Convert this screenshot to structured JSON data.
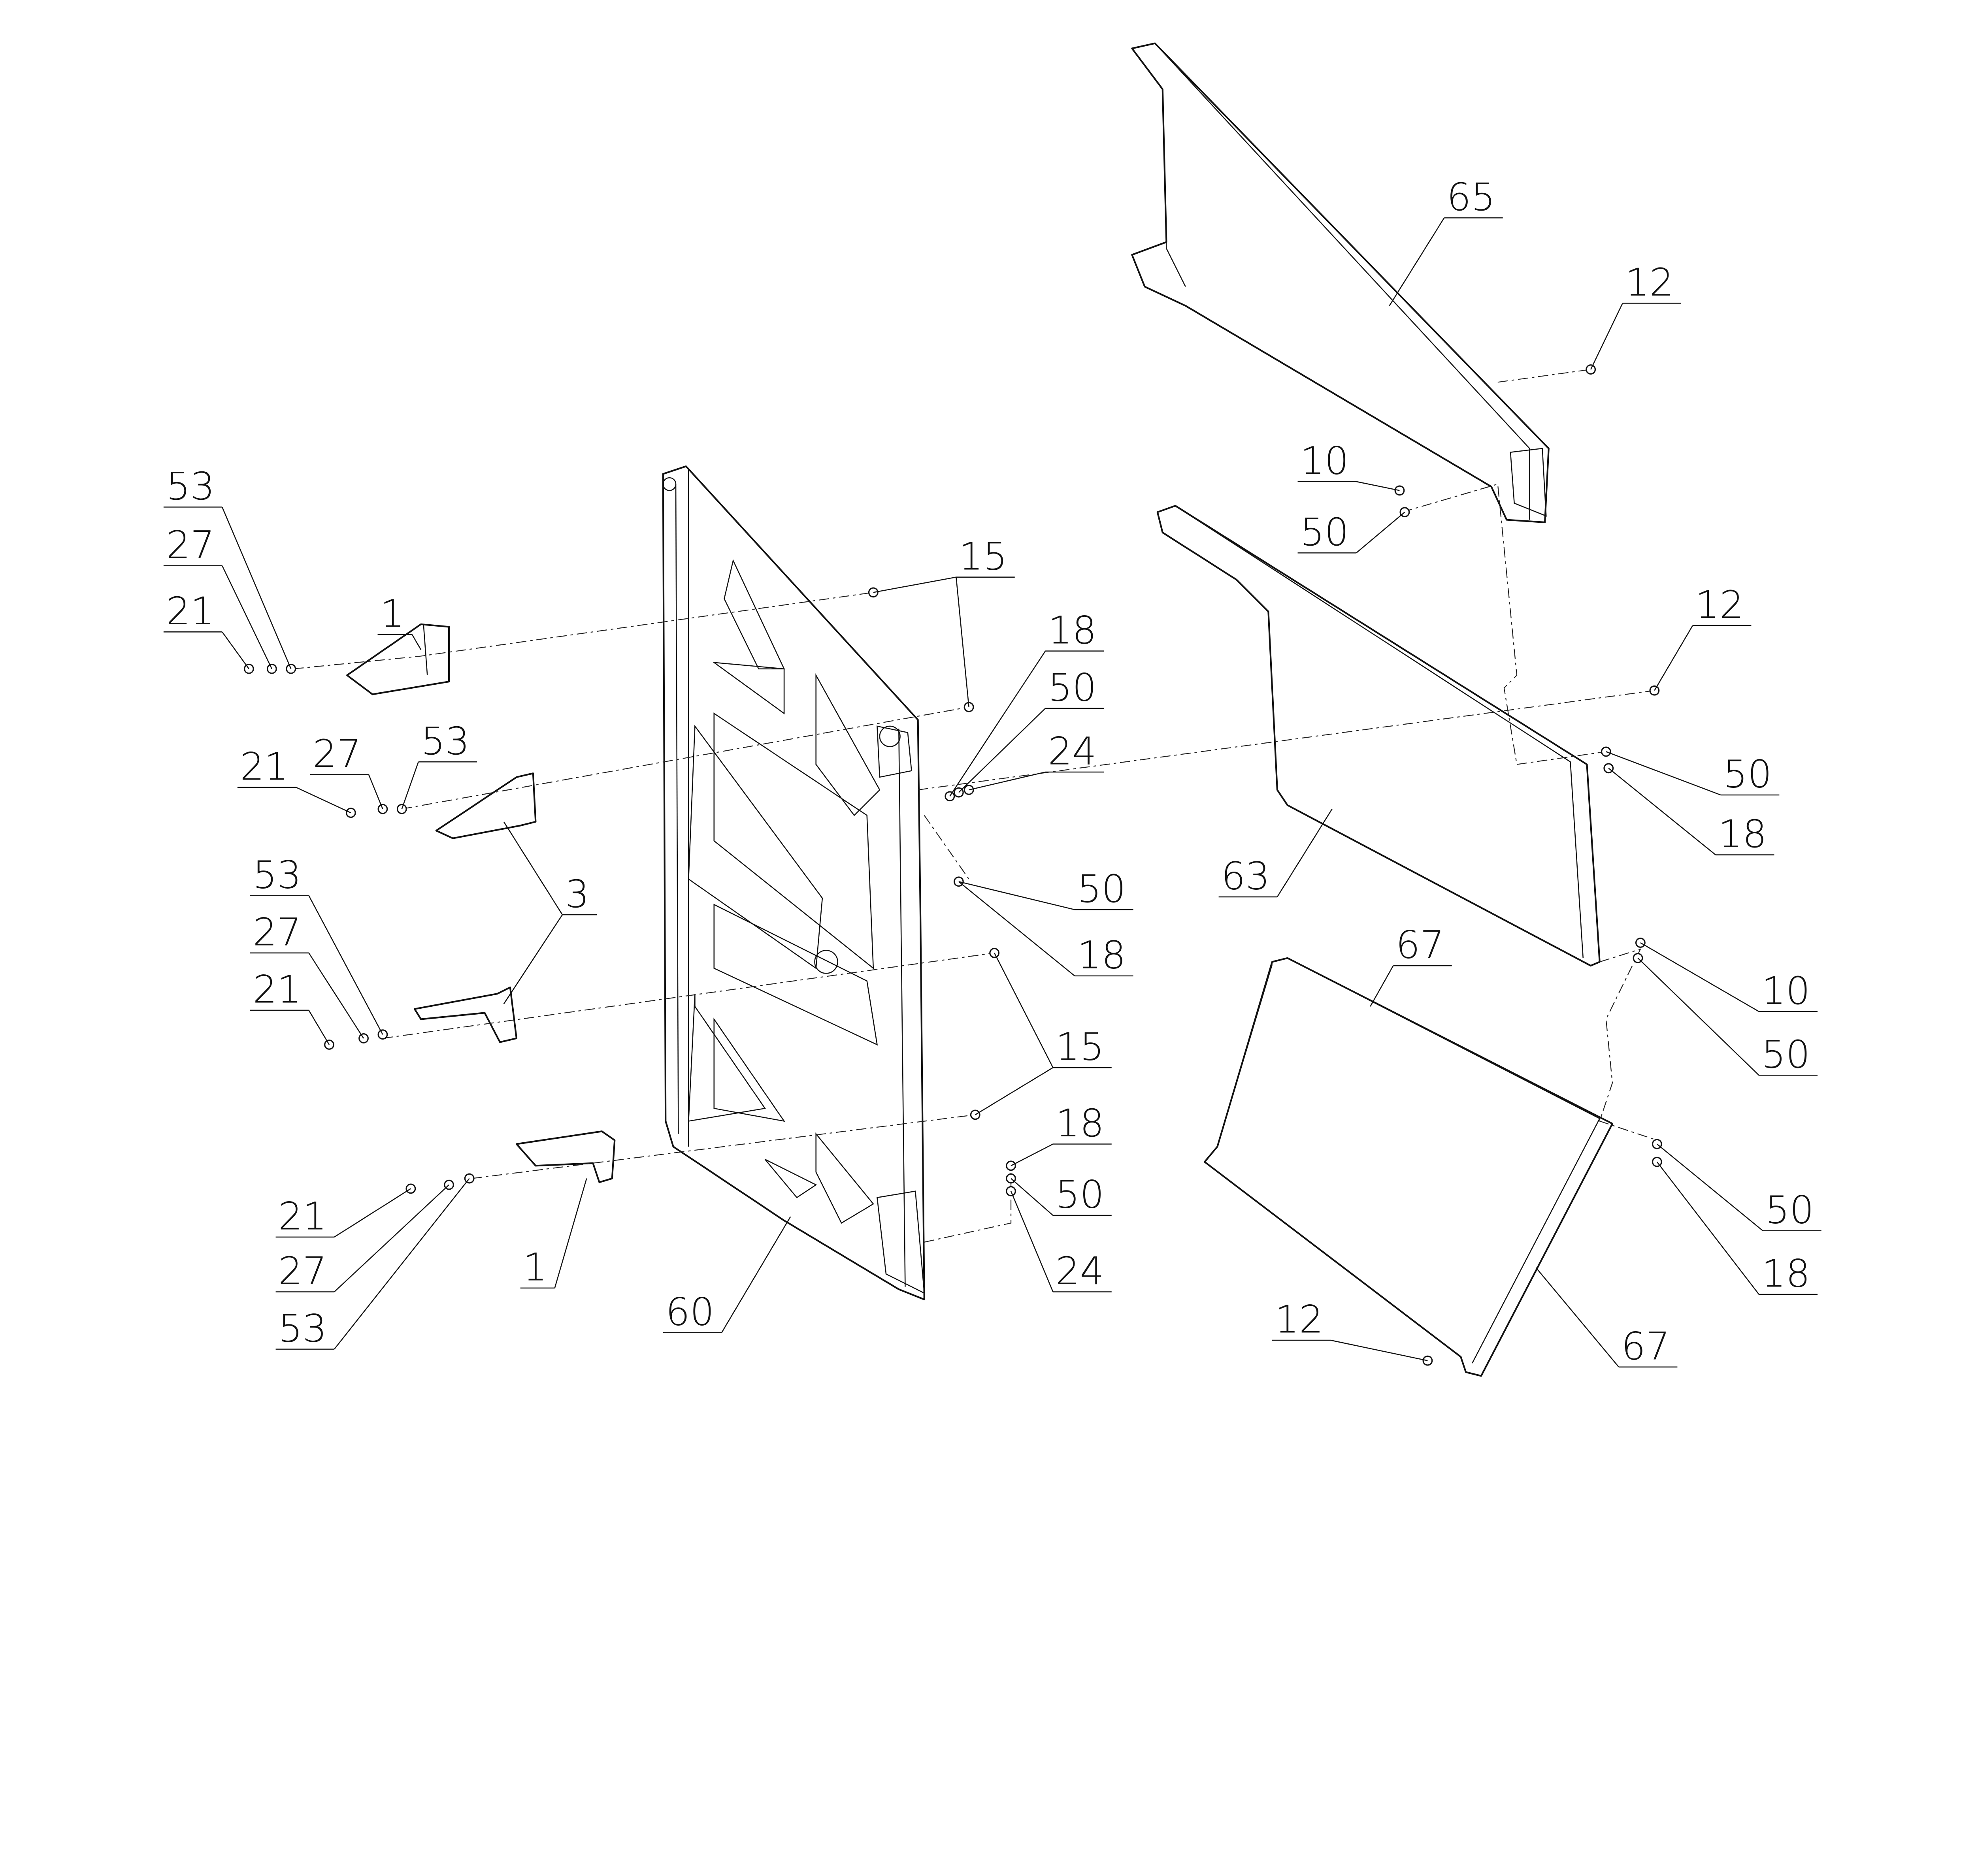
{
  "diagram": {
    "type": "exploded-parts-drawing",
    "callouts": [
      "65",
      "12",
      "10",
      "50",
      "12",
      "15",
      "18",
      "50",
      "24",
      "53",
      "27",
      "21",
      "1",
      "21",
      "27",
      "53",
      "3",
      "53",
      "27",
      "21",
      "50",
      "18",
      "15",
      "63",
      "50",
      "18",
      "67",
      "10",
      "50",
      "18",
      "50",
      "24",
      "21",
      "27",
      "53",
      "1",
      "60",
      "50",
      "18",
      "12",
      "67"
    ]
  },
  "colors": {
    "ink": "#111111",
    "background": "#ffffff"
  }
}
